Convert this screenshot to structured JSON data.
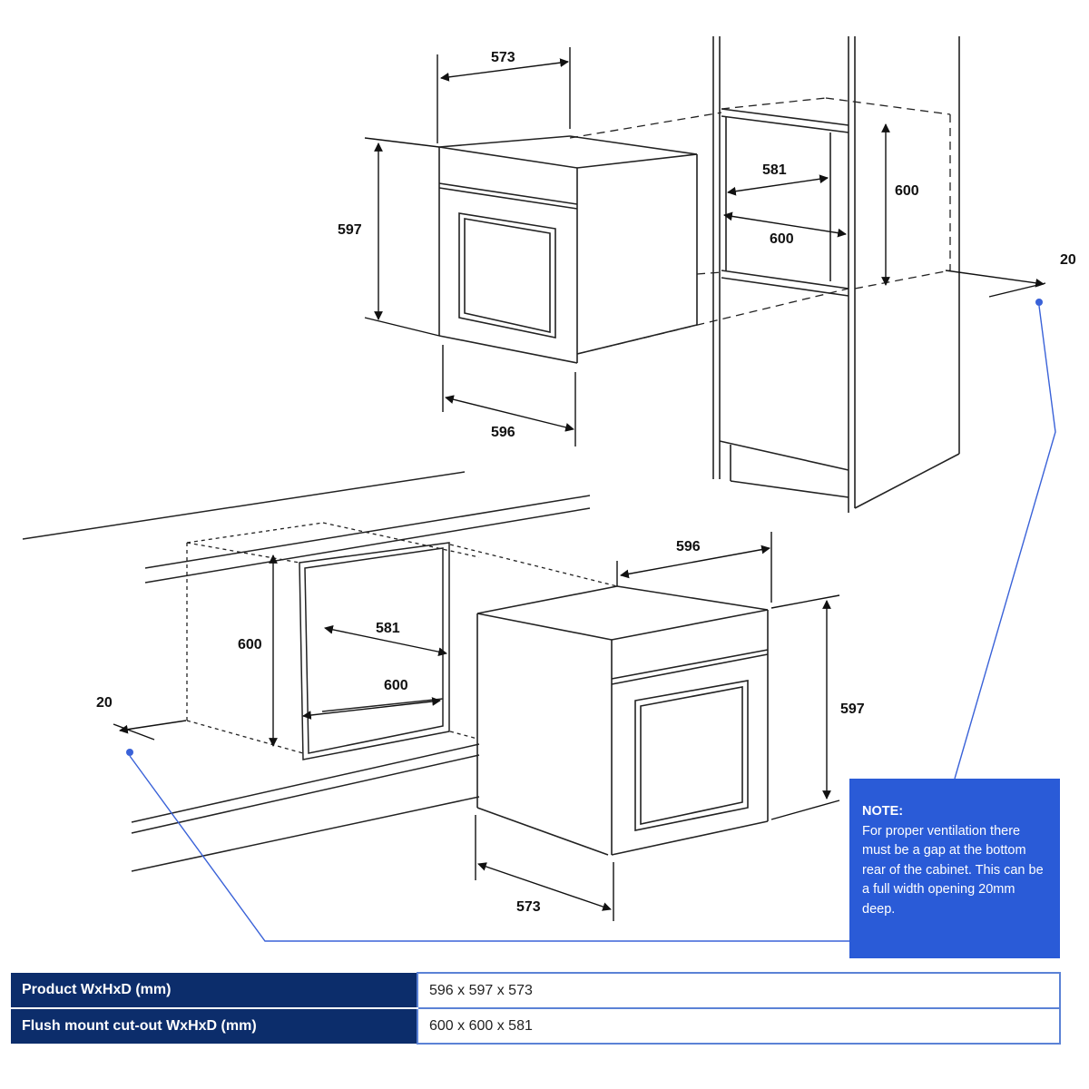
{
  "dimensions": {
    "top_oven_depth": "573",
    "top_oven_height": "597",
    "top_oven_width": "596",
    "top_cutout_depth": "581",
    "top_cutout_width": "600",
    "top_cutout_height": "600",
    "top_gap": "20",
    "bottom_oven_width": "596",
    "bottom_oven_height": "597",
    "bottom_oven_depth": "573",
    "bottom_cutout_height": "600",
    "bottom_cutout_depth": "581",
    "bottom_cutout_width": "600",
    "bottom_gap": "20"
  },
  "note": {
    "title": "NOTE:",
    "text": "For proper ventilation there must be a gap at the bottom rear of the cabinet. This can be a full width opening 20mm deep."
  },
  "specs": [
    {
      "label": "Product WxHxD (mm)",
      "value": "596 x 597 x 573"
    },
    {
      "label": "Flush mount cut-out WxHxD (mm)",
      "value": "600 x 600 x 581"
    }
  ],
  "colors": {
    "note_background": "#2a5bd7",
    "table_label_background": "#0c2d6b",
    "table_border": "#5b82d6",
    "leader_line": "#3a62d8"
  }
}
